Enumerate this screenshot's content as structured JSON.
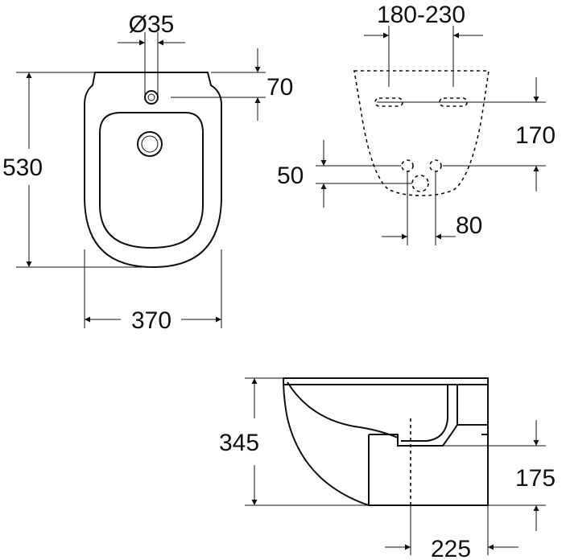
{
  "top_view": {
    "hole_diameter": "Ø35",
    "hole_offset": "70",
    "depth": "530",
    "width": "370"
  },
  "rear_view": {
    "fixing_spacing": "180-230",
    "fixing_height": "170",
    "inlet_height": "50",
    "inlet_spacing": "80"
  },
  "side_view": {
    "height": "345",
    "waste_height": "175",
    "waste_offset": "225"
  },
  "colors": {
    "line": "#111111",
    "background": "#ffffff"
  }
}
